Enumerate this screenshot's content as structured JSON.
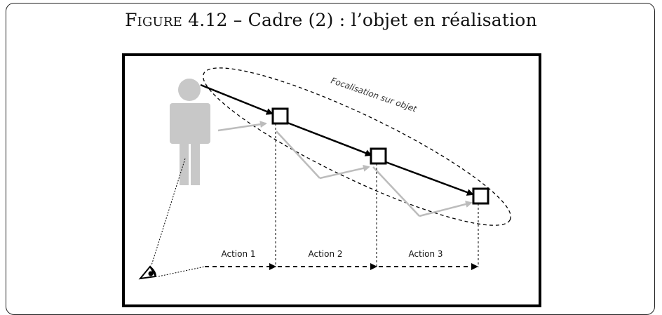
{
  "figure": {
    "label": "Figure",
    "number": "4.12",
    "separator": "–",
    "title": "Cadre (2) : l’objet en réalisation"
  },
  "diagram": {
    "annotation": "Focalisation sur objet",
    "actions": [
      "Action 1",
      "Action 2",
      "Action 3"
    ],
    "colors": {
      "stroke": "#000000",
      "person": "#c8c8c8",
      "secondary_arrow": "#bcbcbc"
    }
  }
}
